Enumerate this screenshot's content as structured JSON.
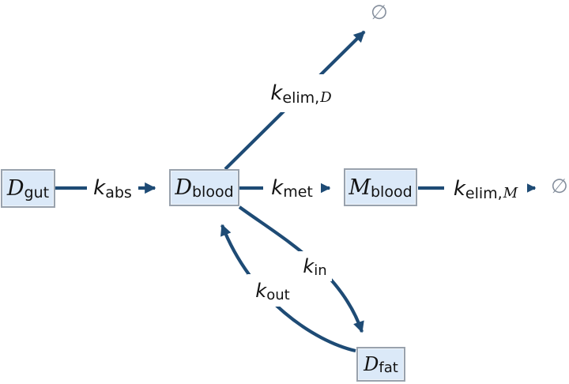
{
  "diagram": {
    "description": "Pharmacokinetic compartment model flow diagram",
    "colors": {
      "background": "#ffffff",
      "arrow": "#1e4b75",
      "node_fill": "#dbe9f8",
      "node_border": "#99a2ad",
      "label_background": "#ffffff",
      "text": "#131313",
      "sink_symbol": "#848e9c"
    },
    "nodes": [
      {
        "id": "D_gut",
        "symbol": "D",
        "subscript": "gut"
      },
      {
        "id": "D_blood",
        "symbol": "D",
        "subscript": "blood"
      },
      {
        "id": "M_blood",
        "symbol": "M",
        "subscript": "blood"
      },
      {
        "id": "D_fat",
        "symbol": "D",
        "subscript": "fat"
      }
    ],
    "sinks": [
      {
        "id": "sink_top",
        "symbol": "∅"
      },
      {
        "id": "sink_right",
        "symbol": "∅"
      }
    ],
    "edges": [
      {
        "id": "k_abs",
        "symbol": "k",
        "subscript": "abs",
        "from": "D_gut",
        "to": "D_blood"
      },
      {
        "id": "k_met",
        "symbol": "k",
        "subscript": "met",
        "from": "D_blood",
        "to": "M_blood"
      },
      {
        "id": "k_elim_D",
        "symbol": "k",
        "subscript": "elim,",
        "subscript_symbol": "D",
        "from": "D_blood",
        "to": "sink_top"
      },
      {
        "id": "k_elim_M",
        "symbol": "k",
        "subscript": "elim,",
        "subscript_symbol": "M",
        "from": "M_blood",
        "to": "sink_right"
      },
      {
        "id": "k_in",
        "symbol": "k",
        "subscript": "in",
        "from": "D_blood",
        "to": "D_fat"
      },
      {
        "id": "k_out",
        "symbol": "k",
        "subscript": "out",
        "from": "D_fat",
        "to": "D_blood"
      }
    ]
  }
}
